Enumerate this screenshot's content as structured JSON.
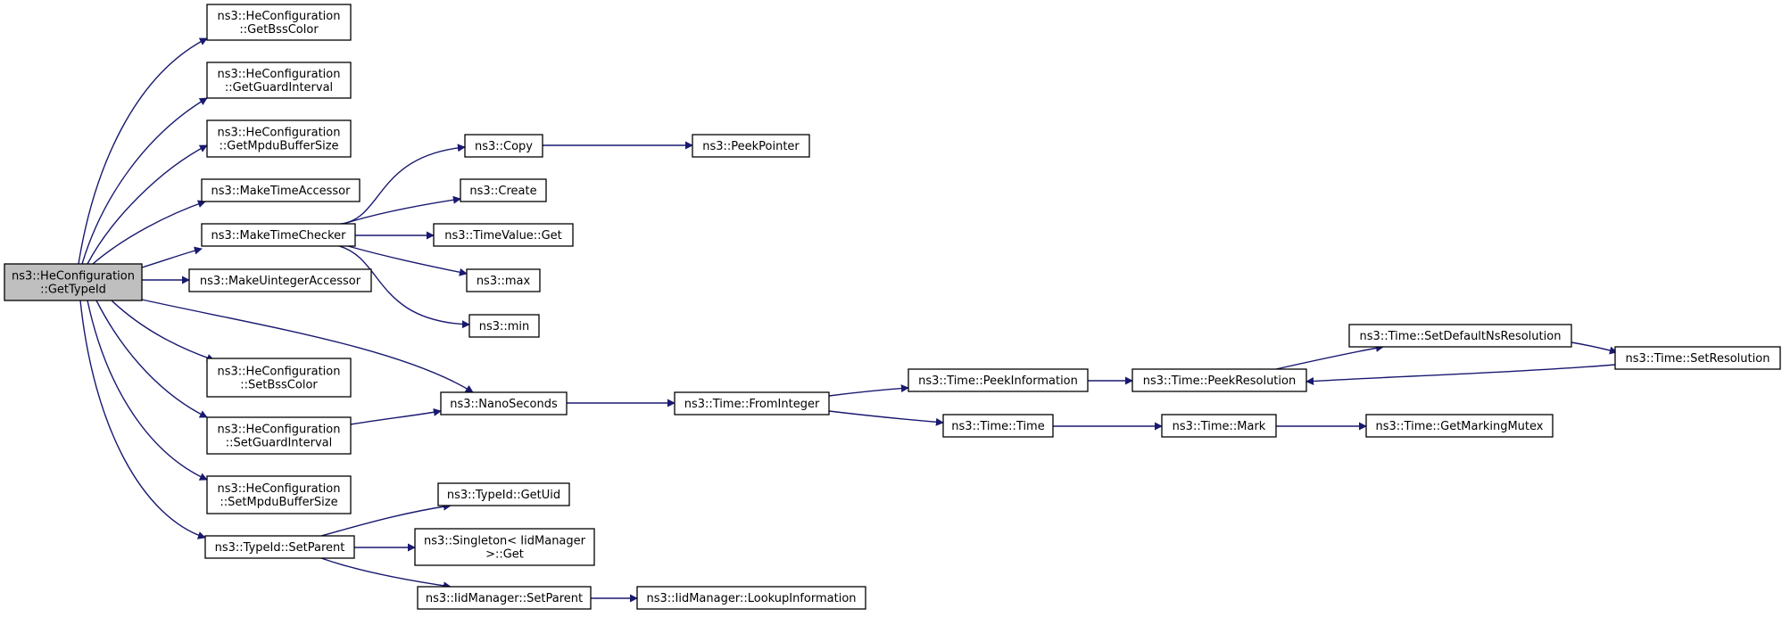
{
  "colors": {
    "edge": "#191970",
    "node_fill": "#ffffff",
    "root_fill": "#bfbfbf",
    "node_border": "#000000"
  },
  "nodes": {
    "root": {
      "lines": [
        "ns3::HeConfiguration",
        "::GetTypeId"
      ],
      "root": true
    },
    "getBssColor": {
      "lines": [
        "ns3::HeConfiguration",
        "::GetBssColor"
      ]
    },
    "getGuard": {
      "lines": [
        "ns3::HeConfiguration",
        "::GetGuardInterval"
      ]
    },
    "getMpdu": {
      "lines": [
        "ns3::HeConfiguration",
        "::GetMpduBufferSize"
      ]
    },
    "makeTimeAcc": {
      "lines": [
        "ns3::MakeTimeAccessor"
      ]
    },
    "makeTimeChk": {
      "lines": [
        "ns3::MakeTimeChecker"
      ]
    },
    "makeUintAcc": {
      "lines": [
        "ns3::MakeUintegerAccessor"
      ]
    },
    "setBssColor": {
      "lines": [
        "ns3::HeConfiguration",
        "::SetBssColor"
      ]
    },
    "setGuard": {
      "lines": [
        "ns3::HeConfiguration",
        "::SetGuardInterval"
      ]
    },
    "setMpdu": {
      "lines": [
        "ns3::HeConfiguration",
        "::SetMpduBufferSize"
      ]
    },
    "setParentTid": {
      "lines": [
        "ns3::TypeId::SetParent"
      ]
    },
    "copy": {
      "lines": [
        "ns3::Copy"
      ]
    },
    "peekPointer": {
      "lines": [
        "ns3::PeekPointer"
      ]
    },
    "create": {
      "lines": [
        "ns3::Create"
      ]
    },
    "timeValueGet": {
      "lines": [
        "ns3::TimeValue::Get"
      ]
    },
    "max": {
      "lines": [
        "ns3::max"
      ]
    },
    "min": {
      "lines": [
        "ns3::min"
      ]
    },
    "nanoSeconds": {
      "lines": [
        "ns3::NanoSeconds"
      ]
    },
    "fromInteger": {
      "lines": [
        "ns3::Time::FromInteger"
      ]
    },
    "peekInfo": {
      "lines": [
        "ns3::Time::PeekInformation"
      ]
    },
    "peekRes": {
      "lines": [
        "ns3::Time::PeekResolution"
      ]
    },
    "setDefaultNs": {
      "lines": [
        "ns3::Time::SetDefaultNsResolution"
      ]
    },
    "setRes": {
      "lines": [
        "ns3::Time::SetResolution"
      ]
    },
    "timeTime": {
      "lines": [
        "ns3::Time::Time"
      ]
    },
    "mark": {
      "lines": [
        "ns3::Time::Mark"
      ]
    },
    "markingMutex": {
      "lines": [
        "ns3::Time::GetMarkingMutex"
      ]
    },
    "getUid": {
      "lines": [
        "ns3::TypeId::GetUid"
      ]
    },
    "singletonGet": {
      "lines": [
        "ns3::Singleton< IidManager",
        ">::Get"
      ]
    },
    "iidSetParent": {
      "lines": [
        "ns3::IidManager::SetParent"
      ]
    },
    "lookupInfo": {
      "lines": [
        "ns3::IidManager::LookupInformation"
      ]
    }
  },
  "edges": [
    [
      "root",
      "getBssColor"
    ],
    [
      "root",
      "getGuard"
    ],
    [
      "root",
      "getMpdu"
    ],
    [
      "root",
      "makeTimeAcc"
    ],
    [
      "root",
      "makeTimeChk"
    ],
    [
      "root",
      "makeUintAcc"
    ],
    [
      "root",
      "nanoSeconds"
    ],
    [
      "root",
      "setBssColor"
    ],
    [
      "root",
      "setGuard"
    ],
    [
      "root",
      "setMpdu"
    ],
    [
      "root",
      "setParentTid"
    ],
    [
      "makeTimeChk",
      "copy"
    ],
    [
      "makeTimeChk",
      "create"
    ],
    [
      "makeTimeChk",
      "timeValueGet"
    ],
    [
      "makeTimeChk",
      "max"
    ],
    [
      "makeTimeChk",
      "min"
    ],
    [
      "copy",
      "peekPointer"
    ],
    [
      "setGuard",
      "nanoSeconds"
    ],
    [
      "nanoSeconds",
      "fromInteger"
    ],
    [
      "fromInteger",
      "peekInfo"
    ],
    [
      "fromInteger",
      "timeTime"
    ],
    [
      "peekInfo",
      "peekRes"
    ],
    [
      "peekRes",
      "setDefaultNs"
    ],
    [
      "setDefaultNs",
      "setRes"
    ],
    [
      "setRes",
      "peekRes"
    ],
    [
      "timeTime",
      "mark"
    ],
    [
      "mark",
      "markingMutex"
    ],
    [
      "setParentTid",
      "getUid"
    ],
    [
      "setParentTid",
      "singletonGet"
    ],
    [
      "setParentTid",
      "iidSetParent"
    ],
    [
      "iidSetParent",
      "lookupInfo"
    ]
  ]
}
